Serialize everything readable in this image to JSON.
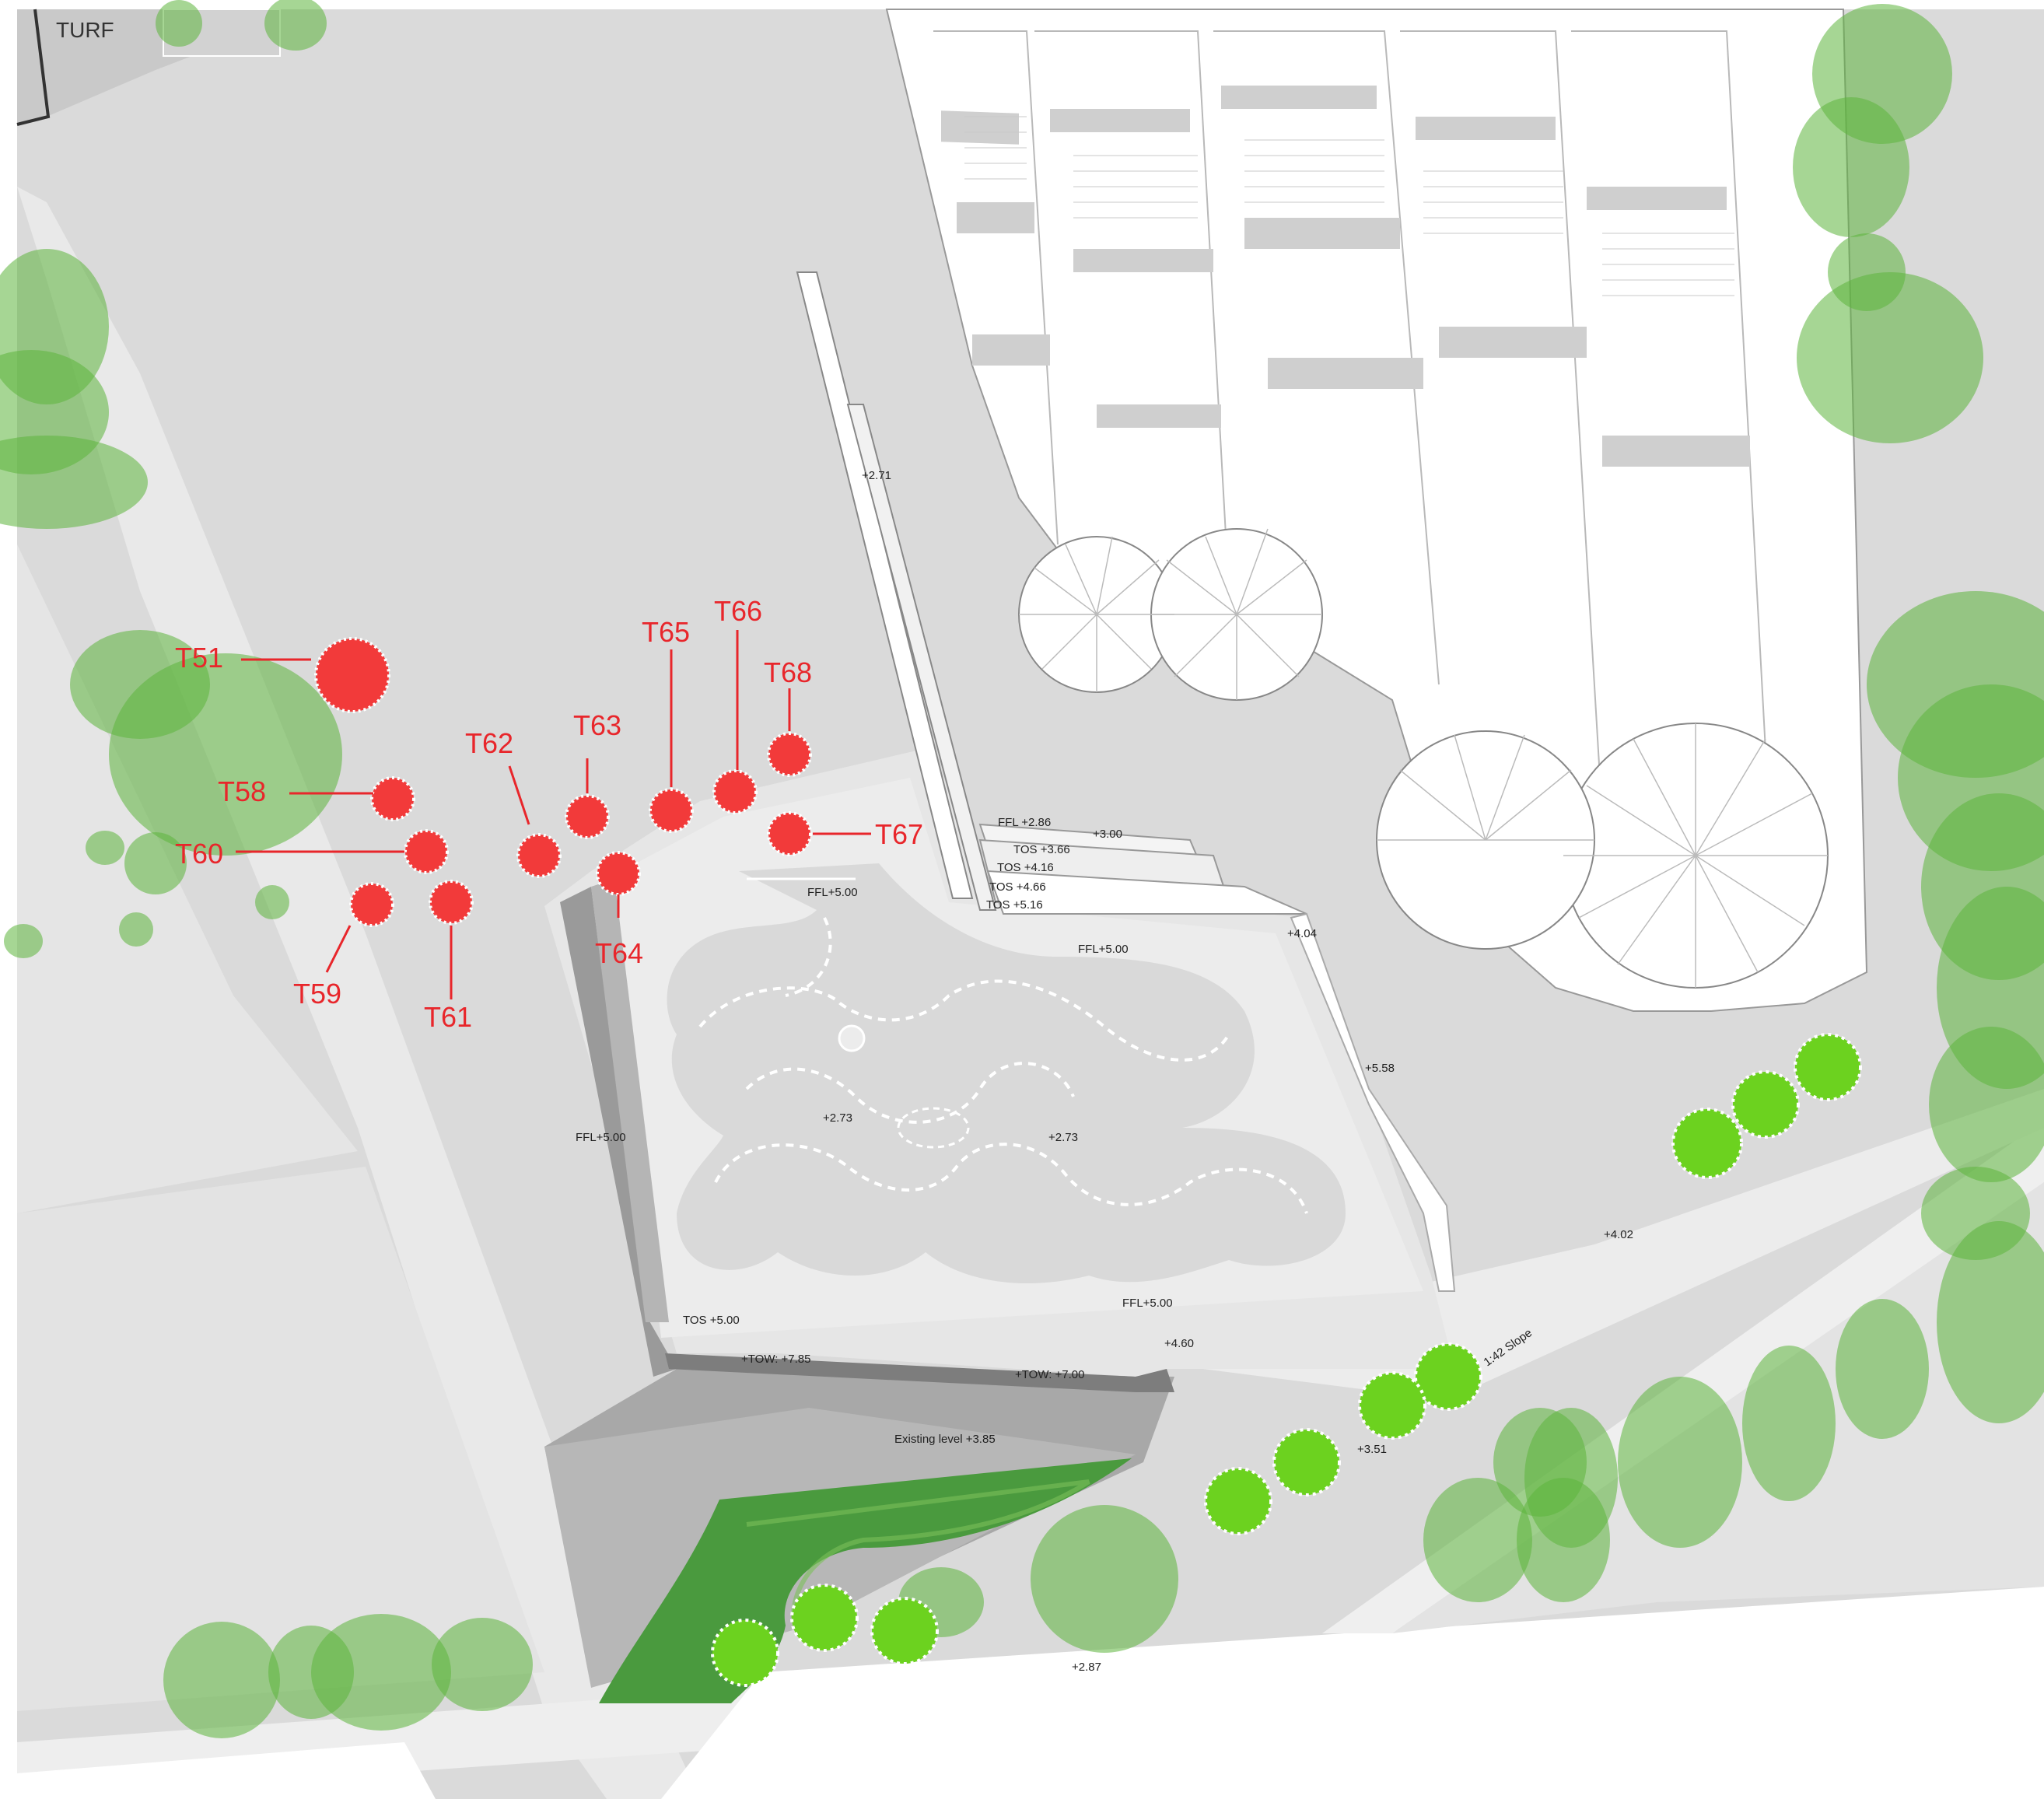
{
  "map": {
    "area_label": "TURF",
    "colors": {
      "ground": "#dadada",
      "paving_light": "#ececec",
      "building_fill": "#ffffff",
      "removed_tree": "#f23a3a",
      "new_tree": "#6cd21f",
      "existing_tree": "#5cb53c",
      "label_red": "#e8262b"
    },
    "tree_labels": [
      "T51",
      "T58",
      "T60",
      "T59",
      "T61",
      "T62",
      "T63",
      "T64",
      "T65",
      "T66",
      "T68",
      "T67"
    ],
    "level_labels": [
      "+2.71",
      "FFL +2.86",
      "+3.00",
      "TOS +3.66",
      "TOS +4.16",
      "TOS +4.66",
      "TOS +5.16",
      "+4.04",
      "FFL+5.00",
      "FFL+5.00",
      "+5.58",
      "+2.73",
      "+2.73",
      "FFL+5.00",
      "+4.02",
      "TOS +5.00",
      "FFL+5.00",
      "+4.60",
      "+TOW: +7.85",
      "+TOW: +7.00",
      "Existing level +3.85",
      "+3.51",
      "1:42 Slope",
      "+2.87"
    ]
  }
}
